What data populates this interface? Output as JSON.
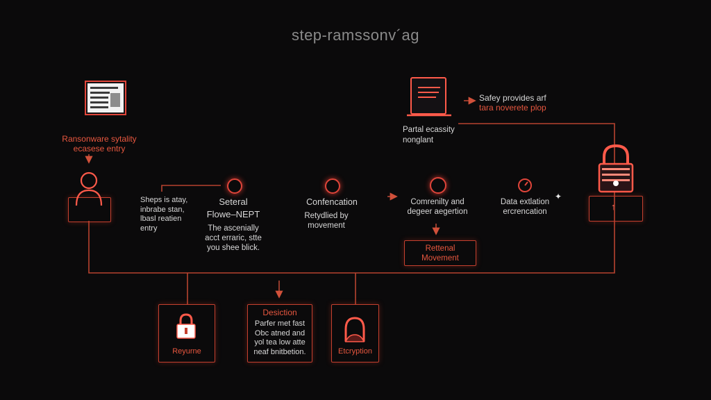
{
  "title": "step-ramssonv´ag",
  "entry": {
    "label_line1": "Ransonware sytality",
    "label_line2": "ecasese entry"
  },
  "top_right": {
    "line1": "Safey provides arf",
    "line2": "tara noverete plop"
  },
  "laptop_caption": {
    "line1": "Partal ecassity",
    "line2": "nonglant"
  },
  "steps_text": {
    "line1": "Sheps is atay,",
    "line2": "inbrabe stan,",
    "line3": "lbasl reatien",
    "line4": "entry"
  },
  "stage1": {
    "title": "Seteral",
    "subtitle": "Flowe–NEPT",
    "desc1": "The ascenially",
    "desc2": "acct erraric, stte",
    "desc3": "you shee blick."
  },
  "stage2": {
    "title": "Confencation",
    "desc1": "Retydlied by",
    "desc2": "movement"
  },
  "stage3": {
    "title1": "Comrenilty and",
    "title2": "degeer aegertion"
  },
  "retental": {
    "line1": "Rettenal",
    "line2": "Movement"
  },
  "stage4": {
    "title1": "Data extlation",
    "title2": "ercrencation"
  },
  "bottom": {
    "box1_label": "Reyurne",
    "box2_title": "Desiction",
    "box2_line1": "Parfer met fast",
    "box2_line2": "Obc atned and",
    "box2_line3": "yol tea low atte",
    "box2_line4": "neaf bnitbetion.",
    "box3_label": "Etcryption"
  },
  "icons": {
    "document": "document-icon",
    "user": "user-icon",
    "laptop": "laptop-icon",
    "padlock": "padlock-icon"
  },
  "colors": {
    "accent": "#e0453a",
    "line": "#b8432f",
    "text": "#d8d8d8"
  }
}
